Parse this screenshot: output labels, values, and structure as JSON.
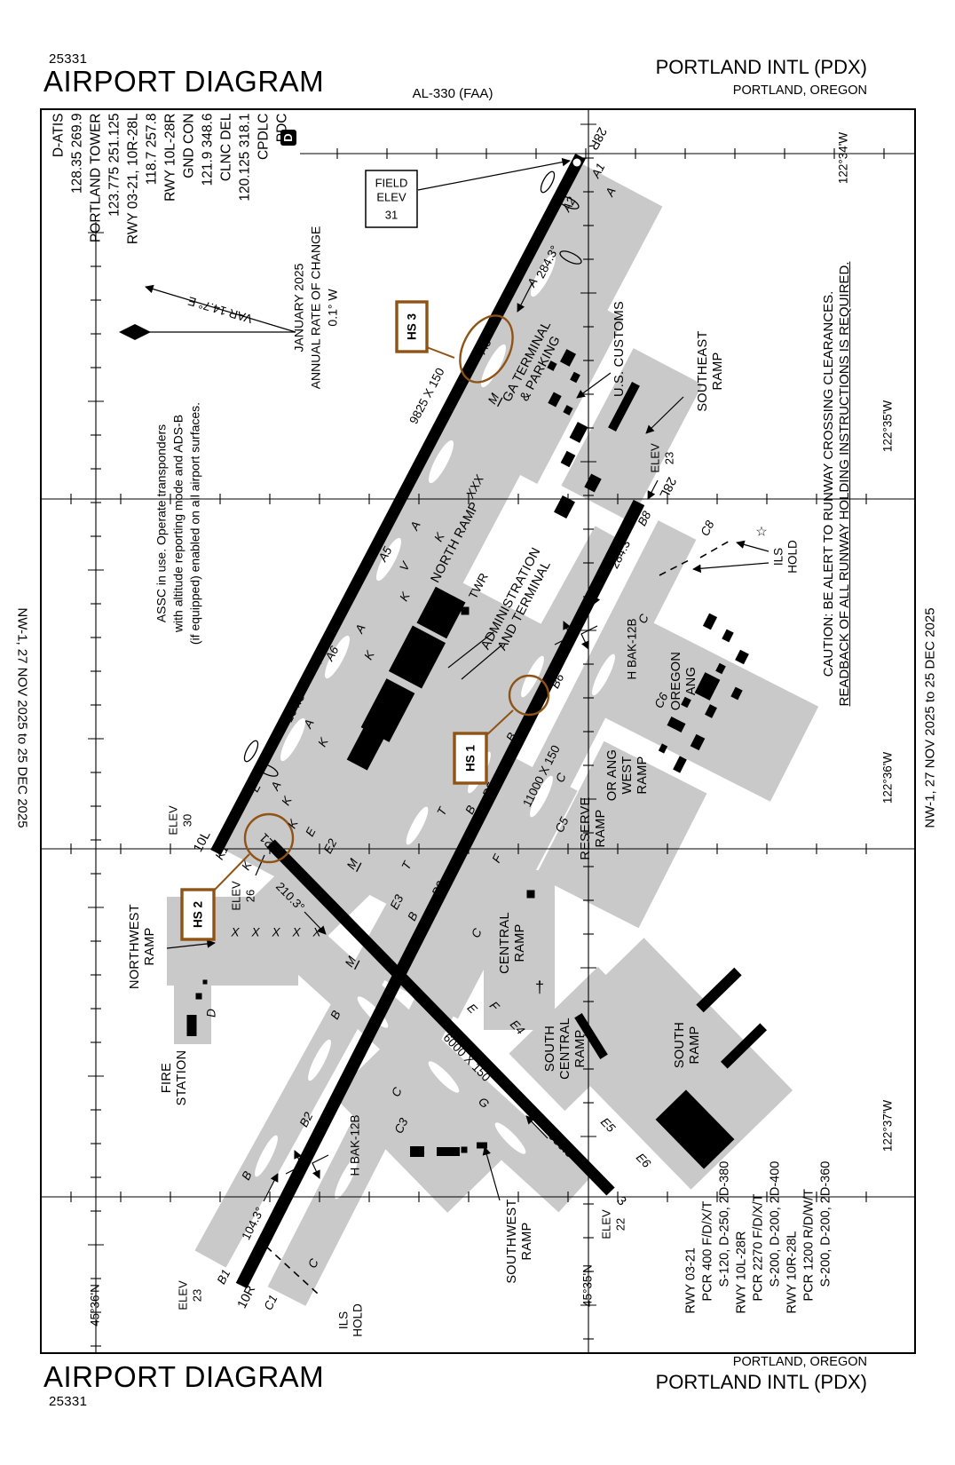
{
  "header": {
    "chart_number": "25331",
    "title": "AIRPORT DIAGRAM",
    "al": "AL-330 (FAA)",
    "airport": "PORTLAND INTL (PDX)",
    "city": "PORTLAND, OREGON"
  },
  "footer": {
    "chart_number": "25331",
    "title": "AIRPORT DIAGRAM",
    "airport": "PORTLAND INTL (PDX)",
    "city": "PORTLAND, OREGON"
  },
  "margin_note": "NW-1,  27 NOV 2025  to  25 DEC 2025",
  "comms": {
    "lines": [
      "D-ATIS",
      "128.35 269.9",
      "PORTLAND TOWER",
      "123.775  251.125",
      "RWY 03-21, 10R-28L",
      "118.7  257.8",
      "RWY 10L-28R",
      "GND CON",
      "121.9  348.6",
      "CLNC DEL",
      "120.125  318.1",
      "CPDLC",
      "PDC"
    ],
    "pdc_badge": "D"
  },
  "notes": {
    "assc": [
      "ASSC in use.  Operate transponders",
      "with altitude reporting mode and ADS-B",
      "(if equipped) enabled on all airport surfaces."
    ],
    "variation": "VAR 14.7° E",
    "jan": [
      "JANUARY 2025",
      "ANNUAL RATE OF CHANGE",
      "0.1° W"
    ],
    "caution1": "CAUTION: BE ALERT TO RUNWAY CROSSING CLEARANCES.",
    "caution2": "READBACK OF ALL RUNWAY HOLDING INSTRUCTIONS IS REQUIRED."
  },
  "field_elev": {
    "l1": "FIELD",
    "l2": "ELEV",
    "value": "31"
  },
  "rw": {
    "r1": {
      "end1": "10L",
      "end2": "28R",
      "dim": "9825 X 150",
      "hdg1": "104.3°",
      "hdg2": "284.3°"
    },
    "r2": {
      "end1": "10R",
      "end2": "28L",
      "dim": "11000 X 150",
      "hdg1": "104.3°",
      "hdg2": "284.3°"
    },
    "r3": {
      "end1": "3",
      "end2": "21",
      "dim": "6000 X 150",
      "hdg1": "030.3°",
      "hdg2": "210.3°"
    }
  },
  "elev": {
    "word": "ELEV",
    "rw10l": "30",
    "rw28l": "23",
    "rw21": "26",
    "rw10r": "23",
    "rw3": "22"
  },
  "hotspots": {
    "hs1": "HS 1",
    "hs2": "HS 2",
    "hs3": "HS 3"
  },
  "ramps": {
    "north": "NORTH RAMP",
    "northwest": [
      "NORTHWEST",
      "RAMP"
    ],
    "southeast": [
      "SOUTHEAST",
      "RAMP"
    ],
    "southwest": [
      "SOUTHWEST",
      "RAMP"
    ],
    "central": [
      "CENTRAL",
      "RAMP"
    ],
    "south_central": [
      "SOUTH",
      "CENTRAL",
      "RAMP"
    ],
    "south": [
      "SOUTH",
      "RAMP"
    ],
    "reserve": [
      "RESERVE",
      "RAMP"
    ],
    "or_ang_west": [
      "OR ANG",
      "WEST",
      "RAMP"
    ],
    "oregon_ang": [
      "OREGON",
      "ANG"
    ],
    "ga": [
      "GA TERMINAL",
      "& PARKING"
    ]
  },
  "facilities": {
    "twr": "TWR",
    "admin": [
      "ADMINISTRATION",
      "AND TERMINAL"
    ],
    "fire": [
      "FIRE",
      "STATION"
    ],
    "customs": "U.S. CUSTOMS",
    "ils_hold": [
      "ILS",
      "HOLD"
    ],
    "arresting_gear": "H BAK-12B"
  },
  "runway_data_lines": [
    "RWY  03-21",
    "PCR 400 F/D/X/T",
    "S-120, D-250, 2D-380",
    "RWY  10L-28R",
    "PCR 2270 F/D/X/T",
    "S-200, D-200, 2D-400",
    "RWY  10R-28L",
    "PCR 1200 R/D/W/T",
    "S-200, D-200, 2D-360"
  ],
  "coords": {
    "lat": [
      "45°36'N",
      "45°35'N"
    ],
    "lon": [
      "122°34'W",
      "122°35'W",
      "122°36'W",
      "122°37'W"
    ]
  },
  "tw": {
    "a": "A",
    "a1": "A1",
    "a2": "A2",
    "a3": "A3",
    "a5": "A5",
    "a6": "A6",
    "b": "B",
    "b1": "B1",
    "b2": "B2",
    "b3": "B3",
    "b4": "B4",
    "b5": "B5",
    "b6": "B6",
    "b8": "B8",
    "c": "C",
    "c1": "C1",
    "c3": "C3",
    "c5": "C5",
    "c6": "C6",
    "c8": "C8",
    "d": "D",
    "e": "E",
    "e2": "E2",
    "e3": "E3",
    "e4": "E4",
    "e5": "E5",
    "e6": "E6",
    "f": "F",
    "g": "G",
    "k": "K",
    "k1": "K1",
    "m": "M",
    "t": "T",
    "v": "V",
    "x": "X",
    "xxx": "XXX"
  },
  "icons": {
    "ils_star": "☆",
    "obstruction_cross": "†"
  },
  "colors": {
    "hotspot_brown": "#8f5315",
    "taxiway_gray": "#c9c9c9",
    "runway_black": "#000000"
  }
}
